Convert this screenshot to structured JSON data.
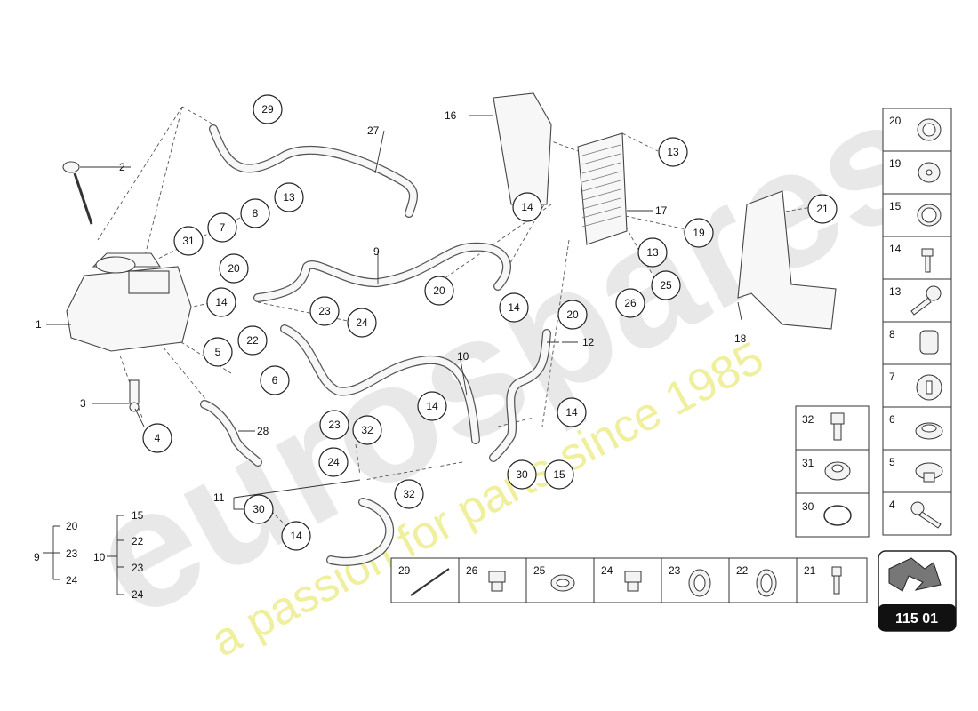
{
  "watermark": {
    "brand": "eurospares",
    "tagline": "a passion for parts since 1985"
  },
  "callouts": [
    {
      "label": "29"
    },
    {
      "label": "27"
    },
    {
      "label": "13"
    },
    {
      "label": "8"
    },
    {
      "label": "7"
    },
    {
      "label": "31"
    },
    {
      "label": "2"
    },
    {
      "label": "1"
    },
    {
      "label": "20"
    },
    {
      "label": "14"
    },
    {
      "label": "23"
    },
    {
      "label": "24"
    },
    {
      "label": "22"
    },
    {
      "label": "5"
    },
    {
      "label": "6"
    },
    {
      "label": "3"
    },
    {
      "label": "4"
    },
    {
      "label": "28"
    },
    {
      "label": "9"
    },
    {
      "label": "16"
    },
    {
      "label": "13"
    },
    {
      "label": "17"
    },
    {
      "label": "14"
    },
    {
      "label": "20"
    },
    {
      "label": "13"
    },
    {
      "label": "19"
    },
    {
      "label": "25"
    },
    {
      "label": "26"
    },
    {
      "label": "14"
    },
    {
      "label": "20"
    },
    {
      "label": "12"
    },
    {
      "label": "10"
    },
    {
      "label": "14"
    },
    {
      "label": "14"
    },
    {
      "label": "23"
    },
    {
      "label": "32"
    },
    {
      "label": "24"
    },
    {
      "label": "30"
    },
    {
      "label": "15"
    },
    {
      "label": "11"
    },
    {
      "label": "32"
    },
    {
      "label": "30"
    },
    {
      "label": "14"
    },
    {
      "label": "21"
    },
    {
      "label": "18"
    }
  ],
  "groups": [
    {
      "label": "9",
      "items": [
        "20",
        "23",
        "24"
      ]
    },
    {
      "label": "10",
      "items": [
        "15",
        "22",
        "23",
        "24"
      ]
    }
  ],
  "legend_right": [
    "20",
    "19",
    "15",
    "14",
    "13",
    "8",
    "7",
    "6",
    "5",
    "4"
  ],
  "legend_mid": [
    "32",
    "31",
    "30"
  ],
  "legend_bottom": [
    "29",
    "26",
    "25",
    "24",
    "23",
    "22",
    "21"
  ],
  "diagram_code": "115 01"
}
